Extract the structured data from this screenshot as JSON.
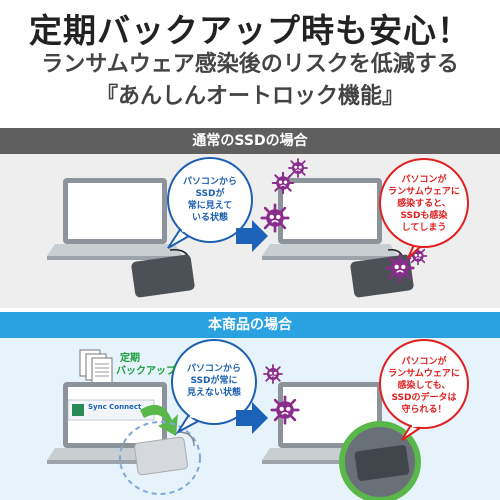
{
  "header": {
    "headline": "定期バックアップ時も安心！",
    "subtitle_line1": "ランサムウェア感染後のリスクを低減する",
    "subtitle_line2": "『あんしんオートロック機能』"
  },
  "section_normal": {
    "title": "通常のSSDの場合",
    "bubble_left": [
      "パソコンから",
      "SSDが",
      "常に見えて",
      "いる状態"
    ],
    "bubble_right": [
      "パソコンが",
      "ランサムウェアに",
      "感染すると、",
      "SSDも感染",
      "してしまう"
    ]
  },
  "section_product": {
    "title": "本商品の場合",
    "backup_label": [
      "定期",
      "バックアップ"
    ],
    "screen_app": "Sync Connect",
    "bubble_left": [
      "パソコンから",
      "SSDが常に",
      "見えない状態"
    ],
    "bubble_right": [
      "パソコンが",
      "ランサムウェアに",
      "感染しても、",
      "SSDのデータは",
      "守られる！"
    ]
  },
  "colors": {
    "band_gray": "#5f5f5f",
    "band_blue": "#2aa1e0",
    "bubble_blue": "#1d5fb0",
    "bubble_red": "#e02020",
    "arrow_blue": "#1b62b8",
    "safe_ring": "#5ab84a",
    "virus_purple": "#8a2d8c"
  }
}
